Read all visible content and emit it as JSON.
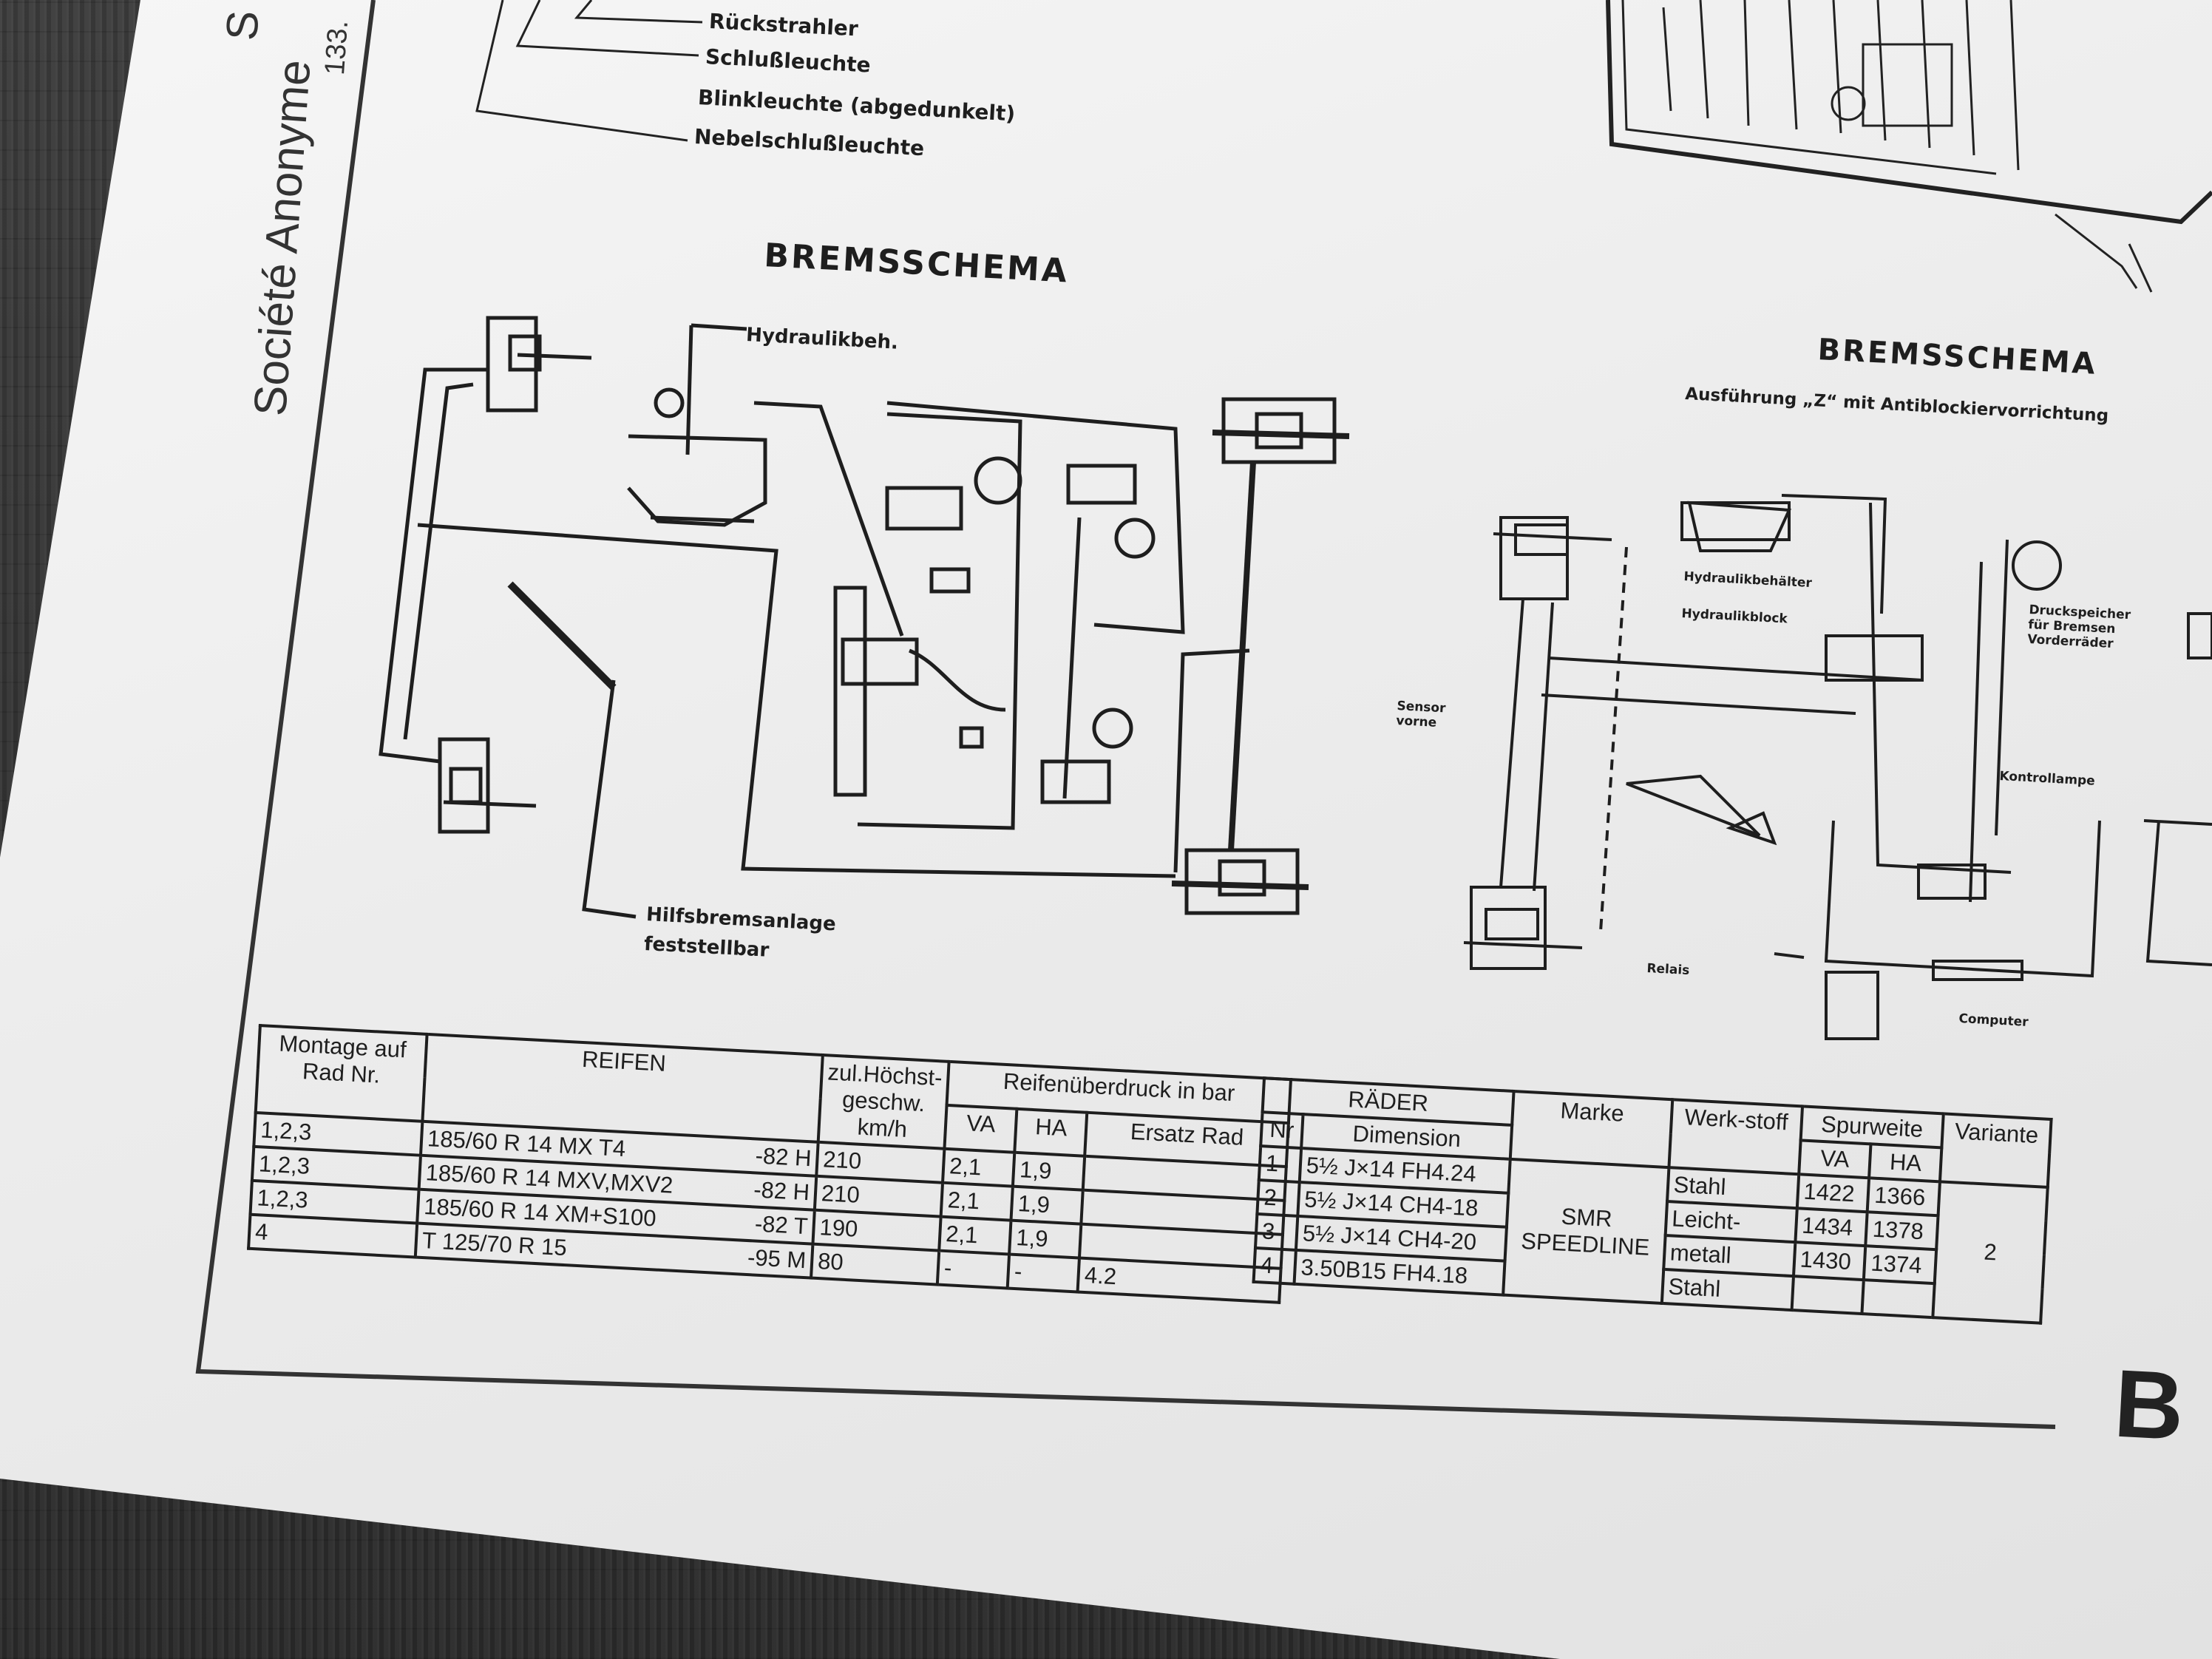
{
  "side_text": {
    "company": "Société Anonyme",
    "number": "133.",
    "letter": "S"
  },
  "legend_items": [
    "Rückstrahler",
    "Schlußleuchte",
    "Blinkleuchte (abgedunkelt)",
    "Nebelschlußleuchte"
  ],
  "left_schema": {
    "title": "BREMSSCHEMA",
    "label_reservoir": "Hydraulikbeh.",
    "label_parking": "Hilfsbremsanlage",
    "label_parking2": "feststellbar"
  },
  "right_schema": {
    "title": "BREMSSCHEMA",
    "subtitle": "Ausführung „Z“ mit Antiblockiervorrichtung",
    "label_tank": "Hydraulikbehälter",
    "label_block": "Hydraulikblock",
    "label_accumulator": "Druckspeicher für Bremsen Vorderräder",
    "label_sensor": "Sensor vorne",
    "label_lamp": "Kontrollampe",
    "label_relay": "Relais",
    "label_computer": "Computer"
  },
  "tire_table": {
    "headers": {
      "montage": "Montage auf Rad Nr.",
      "reifen": "REIFEN",
      "speed": "zul.Höchst-geschw. km/h",
      "pressure": "Reifenüberdruck in bar",
      "va": "VA",
      "ha": "HA",
      "spare": "Ersatz Rad"
    },
    "rows": [
      {
        "wheel": "1,2,3",
        "tire": "185/60 R 14 MX T4",
        "code": "-82 H",
        "speed": "210",
        "va": "2,1",
        "ha": "1,9",
        "spare": ""
      },
      {
        "wheel": "1,2,3",
        "tire": "185/60 R 14 MXV,MXV2",
        "code": "-82 H",
        "speed": "210",
        "va": "2,1",
        "ha": "1,9",
        "spare": ""
      },
      {
        "wheel": "1,2,3",
        "tire": "185/60 R 14 XM+S100",
        "code": "-82 T",
        "speed": "190",
        "va": "2,1",
        "ha": "1,9",
        "spare": ""
      },
      {
        "wheel": "4",
        "tire": "T 125/70 R 15",
        "code": "-95 M",
        "speed": "80",
        "va": "-",
        "ha": "-",
        "spare": "4.2"
      }
    ]
  },
  "wheel_table": {
    "headers": {
      "raeder": "RÄDER",
      "nr": "Nr",
      "dimension": "Dimension",
      "marke": "Marke",
      "werkstoff": "Werk-stoff",
      "spurweite": "Spurweite",
      "va": "VA",
      "ha": "HA",
      "variante": "Variante"
    },
    "rows": [
      {
        "nr": "1",
        "dimension": "5½ J×14 FH4.24",
        "material": "Stahl",
        "va": "1422",
        "ha": "1366"
      },
      {
        "nr": "2",
        "dimension": "5½ J×14 CH4-18",
        "material": "Leicht-",
        "va": "1434",
        "ha": "1378"
      },
      {
        "nr": "3",
        "dimension": "5½ J×14 CH4-20",
        "material": "metall",
        "va": "1430",
        "ha": "1374"
      },
      {
        "nr": "4",
        "dimension": "3.50B15 FH4.18",
        "material": "Stahl",
        "va": "",
        "ha": ""
      }
    ],
    "marke_line1": "SMR",
    "marke_line2": "SPEEDLINE",
    "variante_value": "2"
  },
  "corner_letter": "B"
}
